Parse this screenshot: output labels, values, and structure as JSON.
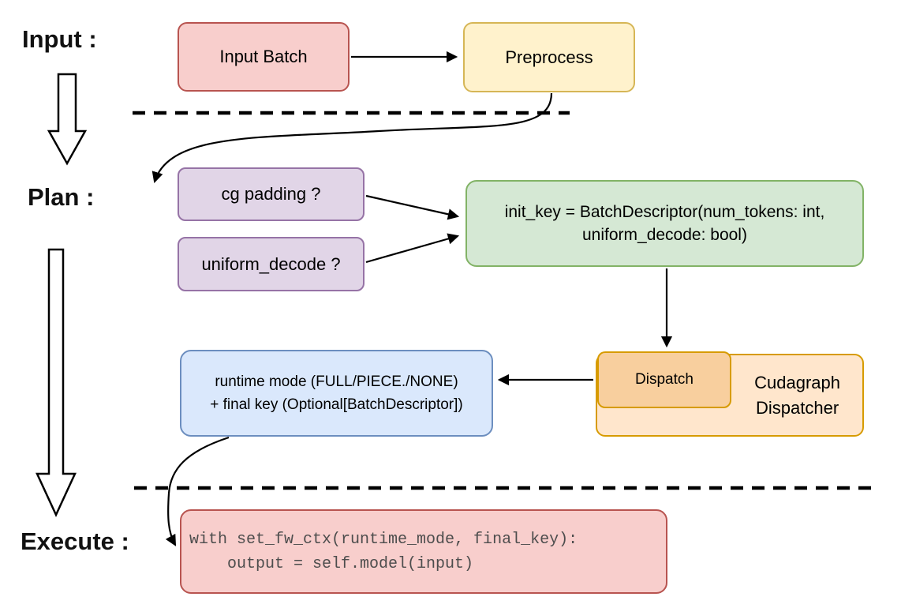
{
  "stages": {
    "input_label": "Input :",
    "plan_label": "Plan :",
    "execute_label": "Execute :"
  },
  "nodes": {
    "input_batch": {
      "label": "Input Batch"
    },
    "preprocess": {
      "label": "Preprocess"
    },
    "cg_padding": {
      "label": "cg padding ?"
    },
    "uniform_decode": {
      "label": "uniform_decode ?"
    },
    "init_key": {
      "line1": "init_key = BatchDescriptor(num_tokens: int,",
      "line2": "uniform_decode: bool)"
    },
    "dispatch": {
      "label": "Dispatch"
    },
    "cudagraph_dispatcher": {
      "line1": "Cudagraph",
      "line2": "Dispatcher"
    },
    "runtime_mode": {
      "line1": "runtime mode (FULL/PIECE./NONE)",
      "line2": "+ final key (Optional[BatchDescriptor])"
    },
    "execute_code": {
      "line1": "with set_fw_ctx(runtime_mode, final_key):",
      "line2": "    output = self.model(input)"
    }
  },
  "colors": {
    "pink_fill": "#f8cecc",
    "pink_stroke": "#b85450",
    "yellow_fill": "#fff2cc",
    "yellow_stroke": "#d6b656",
    "purple_fill": "#e1d5e7",
    "purple_stroke": "#9673a6",
    "green_fill": "#d5e8d4",
    "green_stroke": "#82b366",
    "blue_fill": "#dae8fc",
    "blue_stroke": "#6c8ebf",
    "orange_fill": "#ffe6cc",
    "orange_stroke": "#d79b00",
    "dispatch_fill": "#f8cf9e",
    "arrow_color": "#000000",
    "code_text_color": "#4d4d4d"
  }
}
